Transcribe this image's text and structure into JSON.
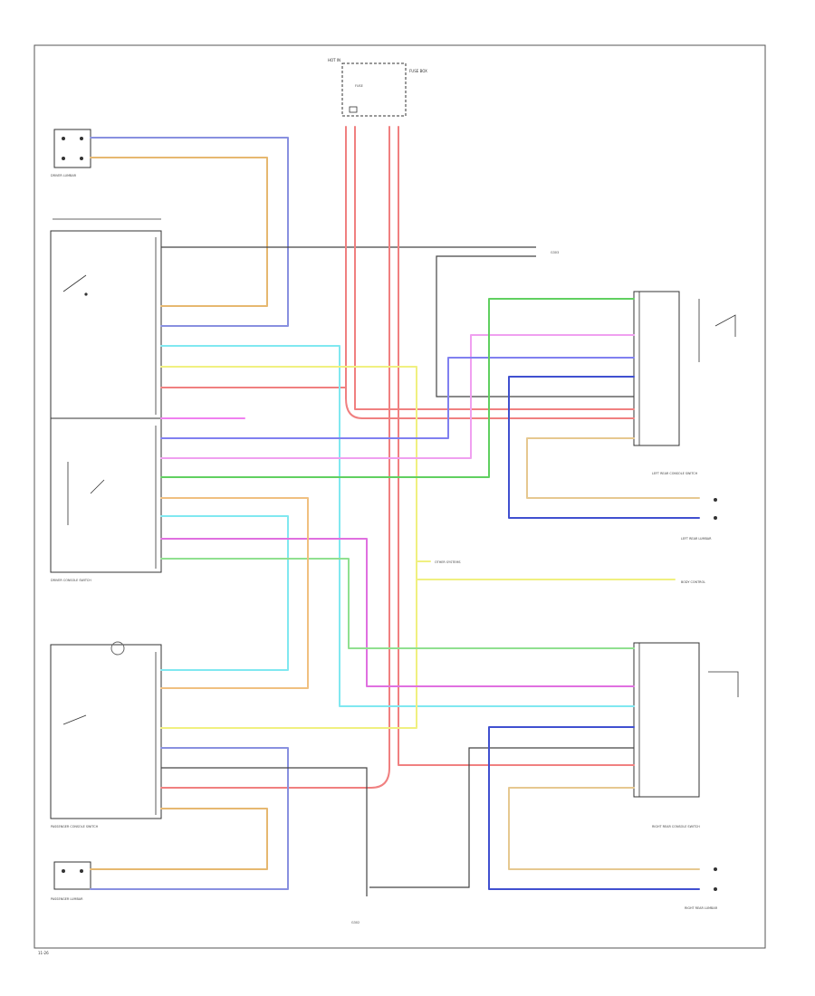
{
  "labels": {
    "hot_in": "HOT IN",
    "fuse_box": "FUSE BOX",
    "fuse": "FUSE",
    "ground_top": "G303",
    "driver_lumbar": "DRIVER LUMBAR",
    "driver_switch": "DRIVER CONSOLE SWITCH",
    "passenger_switch": "PASSENGER CONSOLE SWITCH",
    "left_rear_switch": "LEFT REAR CONSOLE SWITCH",
    "right_rear_switch": "RIGHT REAR CONSOLE SWITCH",
    "left_rear_lumbar": "LEFT REAR LUMBAR",
    "right_rear_lumbar": "RIGHT REAR LUMBAR",
    "passenger_lumbar": "PASSENGER LUMBAR",
    "ground_bottom": "G302",
    "body_control": "BODY CONTROL",
    "other_systems": "OTHER SYSTEMS",
    "footer": "11-26"
  }
}
